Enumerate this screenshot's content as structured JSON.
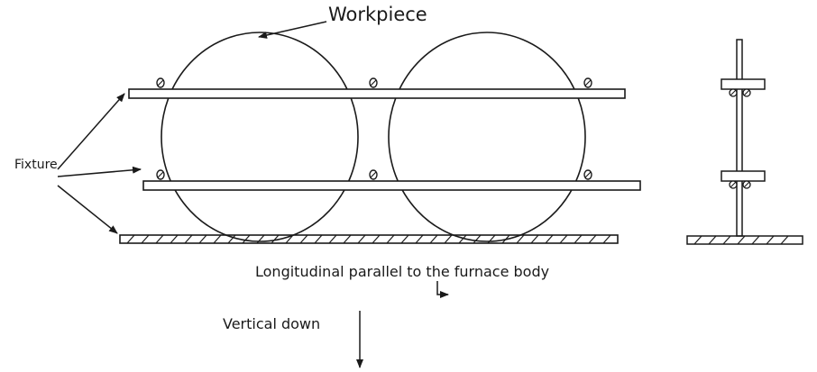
{
  "labels": {
    "workpiece": "Workpiece",
    "fixture": "Fixture",
    "longitudinal": "Longitudinal parallel to the furnace body",
    "vertical": "Vertical down"
  },
  "colors": {
    "ink": "#1a1a1a",
    "background": "#ffffff"
  }
}
